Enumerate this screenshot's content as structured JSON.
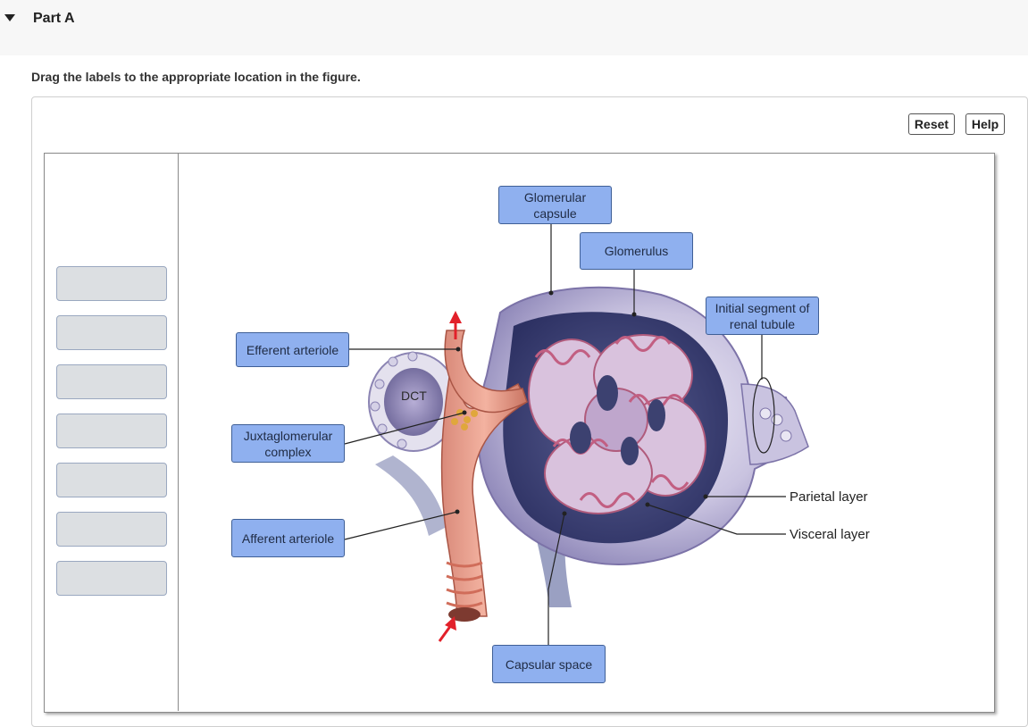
{
  "part": {
    "title": "Part A"
  },
  "instruction": "Drag the labels to the appropriate location in the figure.",
  "toolbar": {
    "reset_label": "Reset",
    "help_label": "Help"
  },
  "figure": {
    "dct": "DCT",
    "parietal_layer": "Parietal layer",
    "visceral_layer": "Visceral layer"
  },
  "labels": {
    "glomerular_capsule": "Glomerular capsule",
    "glomerulus": "Glomerulus",
    "initial_segment": "Initial segment of renal tubule",
    "efferent_arteriole": "Efferent arteriole",
    "juxtaglomerular_complex": "Juxtaglomerular complex",
    "afferent_arteriole": "Afferent arteriole",
    "capsular_space": "Capsular space"
  },
  "colors": {
    "label_fill": "#8fb0ef",
    "label_border": "#3f5f96",
    "slot_fill": "#dcdfe2"
  }
}
